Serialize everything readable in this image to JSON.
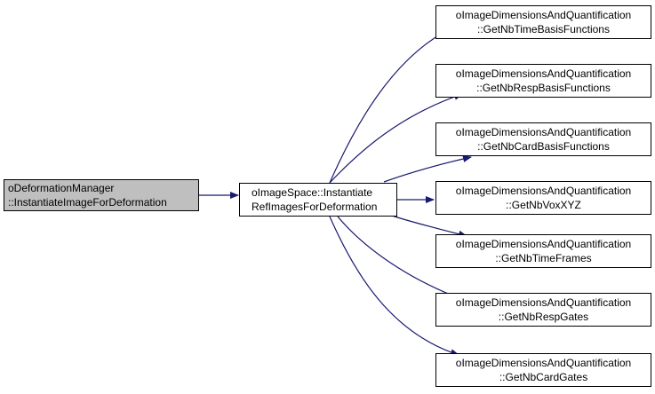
{
  "colors": {
    "edge": "#191970",
    "root_fill": "#bfbfbf",
    "node_fill": "#ffffff",
    "border": "#000000"
  },
  "root": {
    "line1": "oDeformationManager",
    "line2": "::InstantiateImageForDeformation"
  },
  "mid": {
    "line1": "oImageSpace::Instantiate",
    "line2": "RefImagesForDeformation"
  },
  "callees": [
    {
      "line1": "oImageDimensionsAndQuantification",
      "line2": "::GetNbTimeBasisFunctions"
    },
    {
      "line1": "oImageDimensionsAndQuantification",
      "line2": "::GetNbRespBasisFunctions"
    },
    {
      "line1": "oImageDimensionsAndQuantification",
      "line2": "::GetNbCardBasisFunctions"
    },
    {
      "line1": "oImageDimensionsAndQuantification",
      "line2": "::GetNbVoxXYZ"
    },
    {
      "line1": "oImageDimensionsAndQuantification",
      "line2": "::GetNbTimeFrames"
    },
    {
      "line1": "oImageDimensionsAndQuantification",
      "line2": "::GetNbRespGates"
    },
    {
      "line1": "oImageDimensionsAndQuantification",
      "line2": "::GetNbCardGates"
    }
  ]
}
